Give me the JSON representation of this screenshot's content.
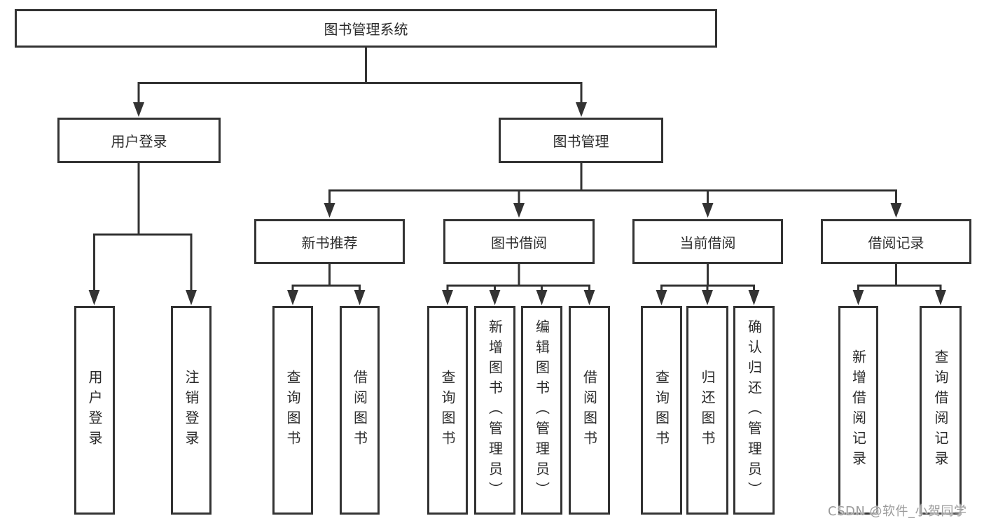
{
  "diagram": {
    "title": "图书管理系统",
    "colors": {
      "line": "#333333",
      "border": "#333333",
      "text": "#2b2b2b",
      "background": "#ffffff",
      "watermark": "#9b9b9b"
    },
    "nodes": {
      "root": {
        "label": "图书管理系统"
      },
      "user_login": {
        "label": "用户登录"
      },
      "book_mgmt": {
        "label": "图书管理"
      },
      "new_book_rec": {
        "label": "新书推荐"
      },
      "book_borrow": {
        "label": "图书借阅"
      },
      "current_borrow": {
        "label": "当前借阅"
      },
      "borrow_records": {
        "label": "借阅记录"
      },
      "leaf_user_login": {
        "label": "用户登录"
      },
      "leaf_logout": {
        "label": "注销登录"
      },
      "leaf_query_book_1": {
        "label": "查询图书"
      },
      "leaf_borrow_book_1": {
        "label": "借阅图书"
      },
      "leaf_query_book_2": {
        "label": "查询图书"
      },
      "leaf_add_book": {
        "label": "新增图书（管理员）"
      },
      "leaf_edit_book": {
        "label": "编辑图书（管理员）"
      },
      "leaf_borrow_book_2": {
        "label": "借阅图书"
      },
      "leaf_query_book_3": {
        "label": "查询图书"
      },
      "leaf_return_book": {
        "label": "归还图书"
      },
      "leaf_confirm_return": {
        "label": "确认归还（管理员）"
      },
      "leaf_add_record": {
        "label": "新增借阅记录"
      },
      "leaf_query_record": {
        "label": "查询借阅记录"
      }
    }
  },
  "watermark": {
    "text": "CSDN @软件_小贺同学"
  }
}
